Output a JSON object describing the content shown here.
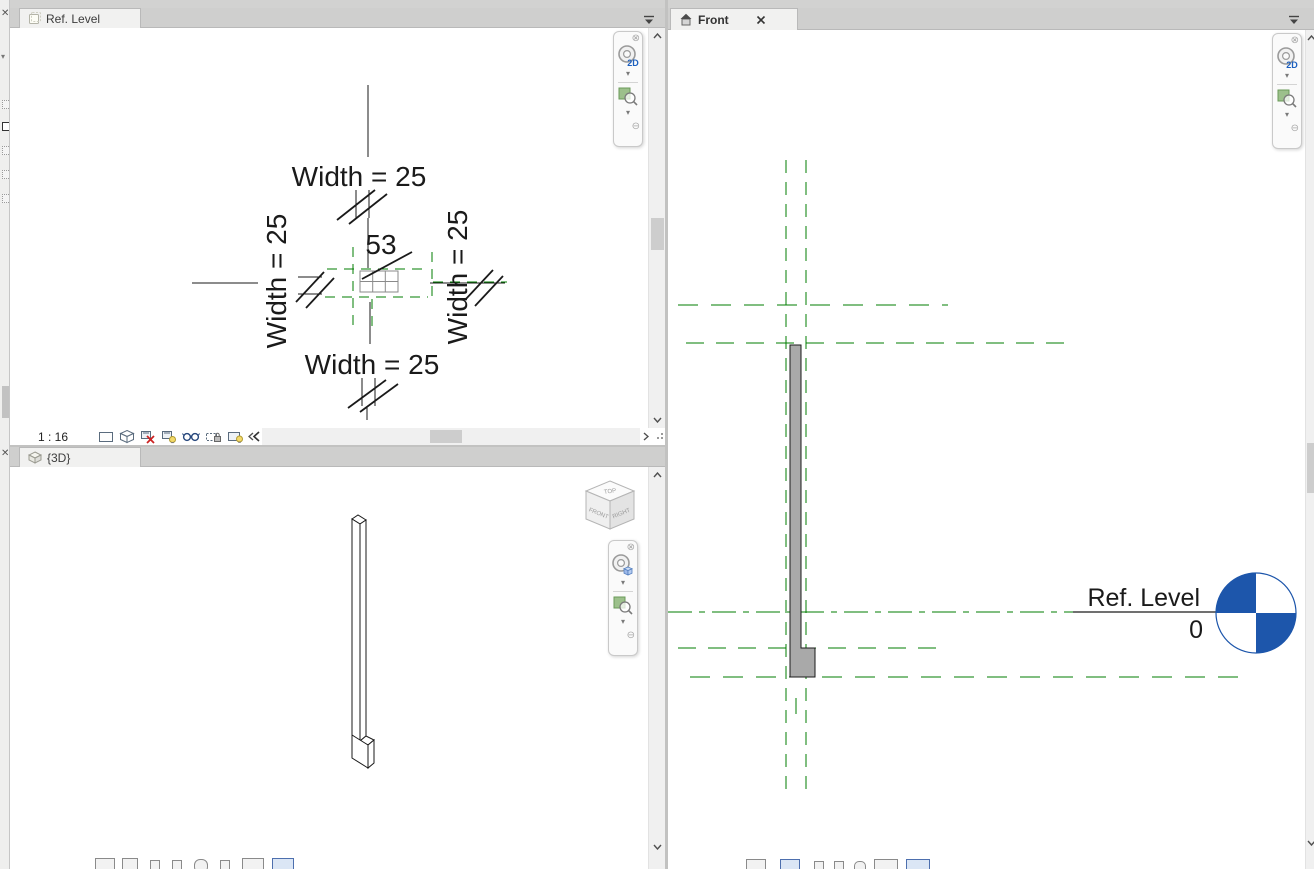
{
  "tabs": {
    "plan": "Ref. Level",
    "three_d": "{3D}",
    "front": "Front"
  },
  "plan_view": {
    "scale": "1 : 16",
    "dimensions": {
      "width_top": "Width = 25",
      "width_left": "Width = 25",
      "width_right": "Width = 25",
      "width_bottom": "Width = 25",
      "depth": "53"
    },
    "view_control_icons": [
      "detail-level",
      "visual-style",
      "crop-view-off",
      "show-crop-region",
      "temporary-hide-isolate",
      "crop-lock",
      "reveal-hidden-elements"
    ]
  },
  "three_d_view": {
    "viewcube": {
      "top": "TOP",
      "front": "FRONT",
      "right": "RIGHT"
    }
  },
  "front_view": {
    "level": {
      "name": "Ref. Level",
      "elevation": "0"
    }
  },
  "navigation_bar": {
    "wheel_2d_label": "2D"
  },
  "colors": {
    "reference_plane_green": "#007d00",
    "level_head_blue": "#1d56ab",
    "column_gray": "#a9a9a9",
    "linework": "#1a1a1a"
  }
}
